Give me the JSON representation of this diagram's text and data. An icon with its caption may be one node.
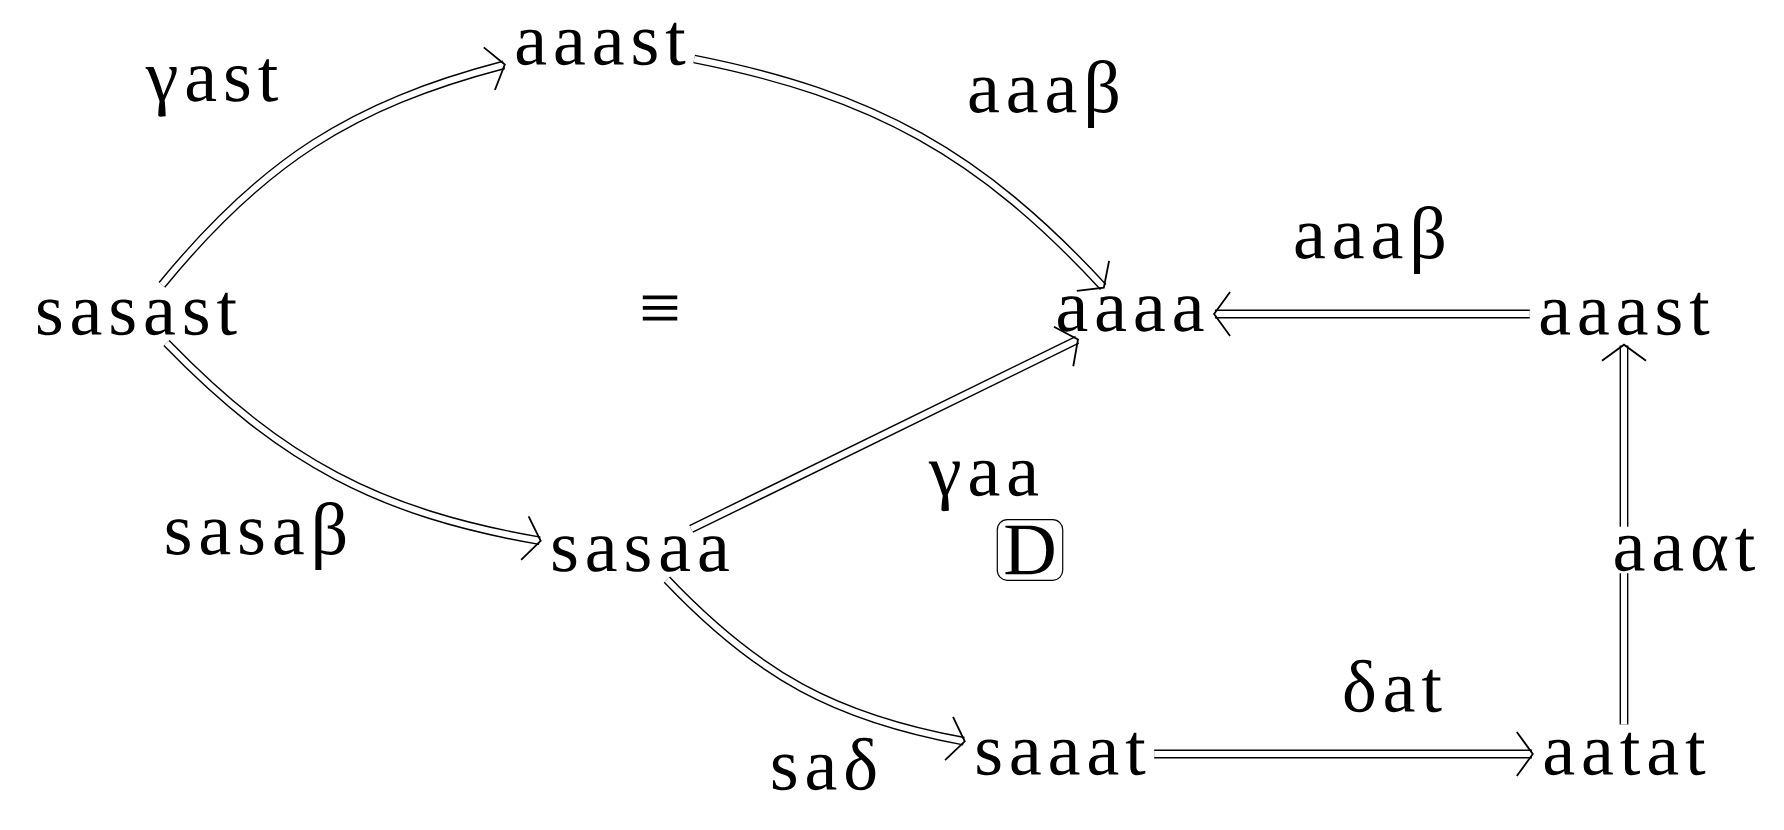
{
  "diagram": {
    "nodes": [
      {
        "text": [
          "sasast"
        ]
      },
      {
        "text": [
          "aaast"
        ]
      },
      {
        "text": [
          "aaaa"
        ]
      },
      {
        "text": [
          "aaast"
        ]
      },
      {
        "text": [
          "sasaa"
        ]
      },
      {
        "text": [
          "saaat"
        ]
      },
      {
        "text": [
          "aatat"
        ]
      },
      {
        "text": [
          "D"
        ]
      }
    ],
    "edges": [
      {
        "from": 0,
        "to": 1,
        "arrow": "to",
        "label": "γast"
      },
      {
        "from": 1,
        "to": 2,
        "arrow": "to",
        "label": "aaaβ"
      },
      {
        "from": 3,
        "to": 2,
        "arrow": "to",
        "label": "aaaβ"
      },
      {
        "from": 0,
        "to": 4,
        "arrow": "to",
        "label": "sasaβ"
      },
      {
        "from": 4,
        "to": 2,
        "arrow": "to",
        "label": "γaa"
      },
      {
        "from": 4,
        "to": 5,
        "arrow": "to",
        "label": "saδ"
      },
      {
        "from": 5,
        "to": 6,
        "arrow": "to",
        "label": "δat"
      },
      {
        "from": 6,
        "to": 3,
        "arrow": "to",
        "label": "aaαt"
      }
    ],
    "labels": [
      "≡"
    ]
  }
}
